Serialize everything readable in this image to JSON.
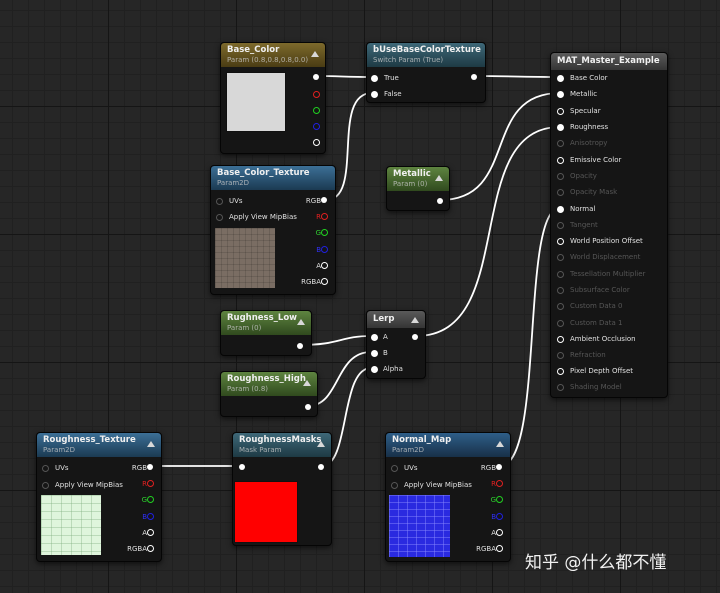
{
  "watermark": "知乎 @什么都不懂",
  "colors": {
    "wire": "#ffffff",
    "base_color_preview": "#d8d8d8",
    "roughness_masks_preview": "#ff0000"
  },
  "nodes": {
    "base_color": {
      "title": "Base_Color",
      "subtitle": "Param (0.8,0.8,0.8,0.0)"
    },
    "buse": {
      "title": "bUseBaseColorTexture",
      "subtitle": "Switch Param (True)",
      "in_true": "True",
      "in_false": "False"
    },
    "base_color_texture": {
      "title": "Base_Color_Texture",
      "subtitle": "Param2D",
      "uvs": "UVs",
      "mip": "Apply View MipBias",
      "rgb": "RGB",
      "r": "R",
      "g": "G",
      "b": "B",
      "a": "A",
      "rgba": "RGBA"
    },
    "metallic": {
      "title": "Metallic",
      "subtitle": "Param (0)"
    },
    "roughness_low": {
      "title": "Rughness_Low",
      "subtitle": "Param (0)"
    },
    "roughness_high": {
      "title": "Roughness_High",
      "subtitle": "Param (0.8)"
    },
    "lerp": {
      "title": "Lerp",
      "a": "A",
      "b": "B",
      "alpha": "Alpha"
    },
    "roughness_texture": {
      "title": "Roughness_Texture",
      "subtitle": "Param2D",
      "uvs": "UVs",
      "mip": "Apply View MipBias",
      "rgb": "RGB",
      "r": "R",
      "g": "G",
      "b": "B",
      "a": "A",
      "rgba": "RGBA"
    },
    "roughness_masks": {
      "title": "RoughnessMasks",
      "subtitle": "Mask Param"
    },
    "normal_map": {
      "title": "Normal_Map",
      "subtitle": "Param2D",
      "uvs": "UVs",
      "mip": "Apply View MipBias",
      "rgb": "RGB",
      "r": "R",
      "g": "G",
      "b": "B",
      "a": "A",
      "rgba": "RGBA"
    },
    "master": {
      "title": "MAT_Master_Example",
      "pins": [
        "Base Color",
        "Metallic",
        "Specular",
        "Roughness",
        "Anisotropy",
        "Emissive Color",
        "Opacity",
        "Opacity Mask",
        "Normal",
        "Tangent",
        "World Position Offset",
        "World Displacement",
        "Tessellation Multiplier",
        "Subsurface Color",
        "Custom Data 0",
        "Custom Data 1",
        "Ambient Occlusion",
        "Refraction",
        "Pixel Depth Offset",
        "Shading Model"
      ]
    }
  }
}
